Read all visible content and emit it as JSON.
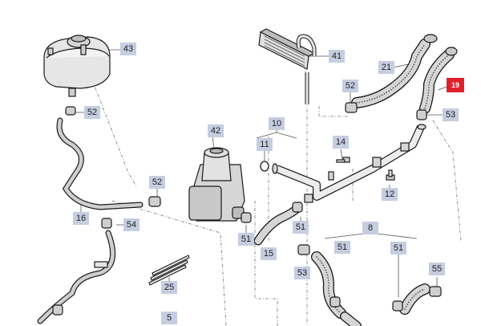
{
  "diagram": {
    "highlight_color": "#e0202a",
    "label_color": "#c5cde1",
    "labels": [
      {
        "id": "43",
        "text": "43"
      },
      {
        "id": "41",
        "text": "41"
      },
      {
        "id": "21",
        "text": "21"
      },
      {
        "id": "19",
        "text": "19",
        "highlight": true
      },
      {
        "id": "52a",
        "text": "52"
      },
      {
        "id": "52b",
        "text": "52"
      },
      {
        "id": "52c",
        "text": "52"
      },
      {
        "id": "53a",
        "text": "53"
      },
      {
        "id": "53b",
        "text": "53"
      },
      {
        "id": "10",
        "text": "10"
      },
      {
        "id": "11",
        "text": "11"
      },
      {
        "id": "14",
        "text": "14"
      },
      {
        "id": "12",
        "text": "12"
      },
      {
        "id": "42",
        "text": "42"
      },
      {
        "id": "16",
        "text": "16"
      },
      {
        "id": "54",
        "text": "54"
      },
      {
        "id": "51a",
        "text": "51"
      },
      {
        "id": "51b",
        "text": "51"
      },
      {
        "id": "51c",
        "text": "51"
      },
      {
        "id": "51d",
        "text": "51"
      },
      {
        "id": "15",
        "text": "15"
      },
      {
        "id": "8",
        "text": "8"
      },
      {
        "id": "55",
        "text": "55"
      },
      {
        "id": "25",
        "text": "25"
      },
      {
        "id": "5",
        "text": "5"
      }
    ]
  }
}
